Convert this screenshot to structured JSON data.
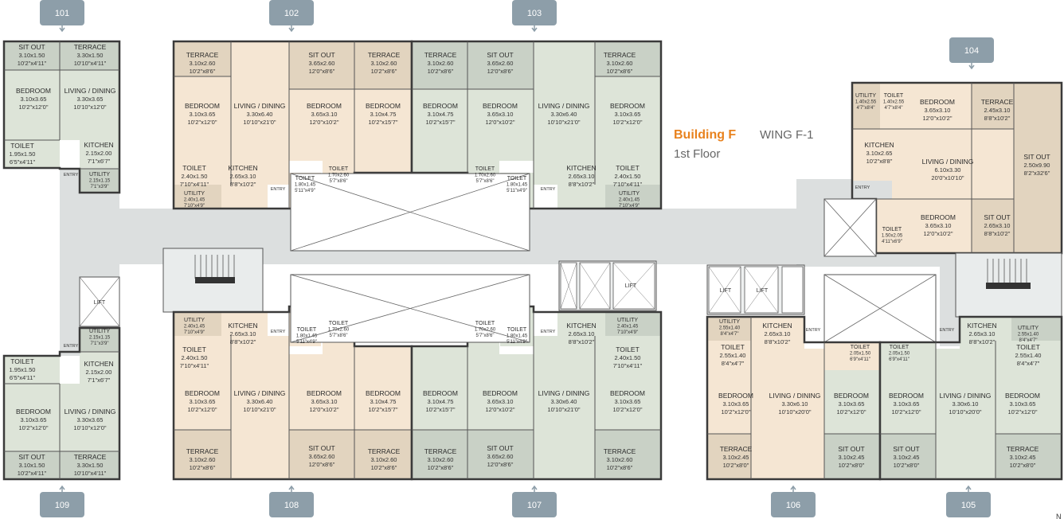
{
  "title": {
    "building": "Building F",
    "wing": "WING F-1",
    "floor": "1st Floor"
  },
  "compass": "N",
  "colors": {
    "cream": "#f5e6d3",
    "tan": "#e2d4bf",
    "sage": "#dde4d8",
    "grayGreen": "#c9d1c6",
    "corridor": "#dcdfdf",
    "badge": "#8d9ea9",
    "wall": "#3a3a3a"
  },
  "units": [
    {
      "label": "101"
    },
    {
      "label": "102"
    },
    {
      "label": "103"
    },
    {
      "label": "104"
    },
    {
      "label": "105"
    },
    {
      "label": "106"
    },
    {
      "label": "107"
    },
    {
      "label": "108"
    },
    {
      "label": "109"
    }
  ],
  "rooms": [
    {
      "name": "SIT OUT",
      "dim1": "3.10x1.50",
      "dim2": "10'2\"x4'11\""
    },
    {
      "name": "TERRACE",
      "dim1": "3.30x1.50",
      "dim2": "10'10\"x4'11\""
    },
    {
      "name": "BEDROOM",
      "dim1": "3.10x3.65",
      "dim2": "10'2\"x12'0\""
    },
    {
      "name": "LIVING / DINING",
      "dim1": "3.30x3.65",
      "dim2": "10'10\"x12'0\""
    },
    {
      "name": "TOILET",
      "dim1": "1.95x1.50",
      "dim2": "6'5\"x4'11\""
    },
    {
      "name": "KITCHEN",
      "dim1": "2.15x2.00",
      "dim2": "7'1\"x6'7\""
    },
    {
      "name": "UTILITY",
      "dim1": "2.15x1.15",
      "dim2": "7'1\"x3'9\""
    },
    {
      "name": "TERRACE",
      "dim1": "3.10x2.60",
      "dim2": "10'2\"x8'6\""
    },
    {
      "name": "BEDROOM",
      "dim1": "3.10x3.65",
      "dim2": "10'2\"x12'0\""
    },
    {
      "name": "LIVING / DINING",
      "dim1": "3.30x6.40",
      "dim2": "10'10\"x21'0\""
    },
    {
      "name": "TOILET",
      "dim1": "2.40x1.50",
      "dim2": "7'10\"x4'11\""
    },
    {
      "name": "UTILITY",
      "dim1": "2.40x1.45",
      "dim2": "7'10\"x4'9\""
    },
    {
      "name": "KITCHEN",
      "dim1": "2.65x3.10",
      "dim2": "8'8\"x10'2\""
    },
    {
      "name": "SIT OUT",
      "dim1": "3.65x2.60",
      "dim2": "12'0\"x8'6\""
    },
    {
      "name": "TERRACE",
      "dim1": "3.10x2.60",
      "dim2": "10'2\"x8'6\""
    },
    {
      "name": "BEDROOM",
      "dim1": "3.65x3.10",
      "dim2": "12'0\"x10'2\""
    },
    {
      "name": "BEDROOM",
      "dim1": "3.10x4.75",
      "dim2": "10'2\"x15'7\""
    },
    {
      "name": "TOILET",
      "dim1": "1.80x1.45",
      "dim2": "5'11\"x4'9\""
    },
    {
      "name": "TOILET",
      "dim1": "1.70x2.60",
      "dim2": "5'7\"x8'6\""
    },
    {
      "name": "TERRACE",
      "dim1": "3.10x2.60",
      "dim2": "10'2\"x8'6\""
    },
    {
      "name": "SIT OUT",
      "dim1": "3.65x2.60",
      "dim2": "12'0\"x8'6\""
    },
    {
      "name": "BEDROOM",
      "dim1": "3.10x4.75",
      "dim2": "10'2\"x15'7\""
    },
    {
      "name": "BEDROOM",
      "dim1": "3.65x3.10",
      "dim2": "12'0\"x10'2\""
    },
    {
      "name": "LIVING / DINING",
      "dim1": "3.30x6.40",
      "dim2": "10'10\"x21'0\""
    },
    {
      "name": "BEDROOM",
      "dim1": "3.10x3.65",
      "dim2": "10'2\"x12'0\""
    },
    {
      "name": "TOILET",
      "dim1": "1.70x2.60",
      "dim2": "5'7\"x8'6\""
    },
    {
      "name": "TOILET",
      "dim1": "1.80x1.45",
      "dim2": "5'11\"x4'9\""
    },
    {
      "name": "KITCHEN",
      "dim1": "2.65x3.10",
      "dim2": "8'8\"x10'2\""
    },
    {
      "name": "TOILET",
      "dim1": "2.40x1.50",
      "dim2": "7'10\"x4'11\""
    },
    {
      "name": "UTILITY",
      "dim1": "2.40x1.45",
      "dim2": "7'10\"x4'9\""
    },
    {
      "name": "TERRACE",
      "dim1": "3.10x2.60",
      "dim2": "10'2\"x8'6\""
    },
    {
      "name": "UTILITY",
      "dim1": "1.40x2.55",
      "dim2": "4'7\"x8'4\""
    },
    {
      "name": "TOILET",
      "dim1": "1.40x2.55",
      "dim2": "4'7\"x8'4\""
    },
    {
      "name": "BEDROOM",
      "dim1": "3.65x3.10",
      "dim2": "12'0\"x10'2\""
    },
    {
      "name": "TERRACE",
      "dim1": "2.45x3.10",
      "dim2": "8'8\"x10'2\""
    },
    {
      "name": "KITCHEN",
      "dim1": "3.10x2.65",
      "dim2": "10'2\"x8'8\""
    },
    {
      "name": "LIVING / DINING",
      "dim1": "6.10x3.30",
      "dim2": "20'0\"x10'10\""
    },
    {
      "name": "SIT OUT",
      "dim1": "2.50x9.90",
      "dim2": "8'2\"x32'6\""
    },
    {
      "name": "TOILET",
      "dim1": "1.50x2.05",
      "dim2": "4'11\"x6'9\""
    },
    {
      "name": "BEDROOM",
      "dim1": "3.65x3.10",
      "dim2": "12'0\"x10'2\""
    },
    {
      "name": "SIT OUT",
      "dim1": "2.65x3.10",
      "dim2": "8'8\"x10'2\""
    },
    {
      "name": "UTILITY",
      "dim1": "2.15x1.15",
      "dim2": "7'1\"x3'9\""
    },
    {
      "name": "TOILET",
      "dim1": "1.95x1.50",
      "dim2": "6'5\"x4'11\""
    },
    {
      "name": "KITCHEN",
      "dim1": "2.15x2.00",
      "dim2": "7'1\"x6'7\""
    },
    {
      "name": "BEDROOM",
      "dim1": "3.10x3.65",
      "dim2": "10'2\"x12'0\""
    },
    {
      "name": "LIVING / DINING",
      "dim1": "3.30x3.65",
      "dim2": "10'10\"x12'0\""
    },
    {
      "name": "SIT OUT",
      "dim1": "3.10x1.50",
      "dim2": "10'2\"x4'11\""
    },
    {
      "name": "TERRACE",
      "dim1": "3.30x1.50",
      "dim2": "10'10\"x4'11\""
    },
    {
      "name": "UTILITY",
      "dim1": "2.40x1.45",
      "dim2": "7'10\"x4'9\""
    },
    {
      "name": "KITCHEN",
      "dim1": "2.65x3.10",
      "dim2": "8'8\"x10'2\""
    },
    {
      "name": "TOILET",
      "dim1": "2.40x1.50",
      "dim2": "7'10\"x4'11\""
    },
    {
      "name": "TOILET",
      "dim1": "1.80x1.45",
      "dim2": "5'11\"x4'9\""
    },
    {
      "name": "TOILET",
      "dim1": "1.70x2.60",
      "dim2": "5'7\"x8'6\""
    },
    {
      "name": "BEDROOM",
      "dim1": "3.10x3.65",
      "dim2": "10'2\"x12'0\""
    },
    {
      "name": "LIVING / DINING",
      "dim1": "3.30x6.40",
      "dim2": "10'10\"x21'0\""
    },
    {
      "name": "BEDROOM",
      "dim1": "3.65x3.10",
      "dim2": "12'0\"x10'2\""
    },
    {
      "name": "BEDROOM",
      "dim1": "3.10x4.75",
      "dim2": "10'2\"x15'7\""
    },
    {
      "name": "TERRACE",
      "dim1": "3.10x2.60",
      "dim2": "10'2\"x8'6\""
    },
    {
      "name": "SIT OUT",
      "dim1": "3.65x2.60",
      "dim2": "12'0\"x8'6\""
    },
    {
      "name": "TERRACE",
      "dim1": "3.10x2.60",
      "dim2": "10'2\"x8'6\""
    },
    {
      "name": "TOILET",
      "dim1": "1.70x2.60",
      "dim2": "5'7\"x8'6\""
    },
    {
      "name": "TOILET",
      "dim1": "1.80x1.45",
      "dim2": "5'11\"x4'9\""
    },
    {
      "name": "KITCHEN",
      "dim1": "2.65x3.10",
      "dim2": "8'8\"x10'2\""
    },
    {
      "name": "UTILITY",
      "dim1": "2.40x1.45",
      "dim2": "7'10\"x4'9\""
    },
    {
      "name": "TOILET",
      "dim1": "2.40x1.50",
      "dim2": "7'10\"x4'11\""
    },
    {
      "name": "BEDROOM",
      "dim1": "3.10x4.75",
      "dim2": "10'2\"x15'7\""
    },
    {
      "name": "BEDROOM",
      "dim1": "3.65x3.10",
      "dim2": "12'0\"x10'2\""
    },
    {
      "name": "LIVING / DINING",
      "dim1": "3.30x6.40",
      "dim2": "10'10\"x21'0\""
    },
    {
      "name": "BEDROOM",
      "dim1": "3.10x3.65",
      "dim2": "10'2\"x12'0\""
    },
    {
      "name": "TERRACE",
      "dim1": "3.10x2.60",
      "dim2": "10'2\"x8'6\""
    },
    {
      "name": "SIT OUT",
      "dim1": "3.65x2.60",
      "dim2": "12'0\"x8'6\""
    },
    {
      "name": "TERRACE",
      "dim1": "3.10x2.60",
      "dim2": "10'2\"x8'6\""
    },
    {
      "name": "UTILITY",
      "dim1": "2.55x1.40",
      "dim2": "8'4\"x4'7\""
    },
    {
      "name": "KITCHEN",
      "dim1": "2.65x3.10",
      "dim2": "8'8\"x10'2\""
    },
    {
      "name": "TOILET",
      "dim1": "2.55x1.40",
      "dim2": "8'4\"x4'7\""
    },
    {
      "name": "BEDROOM",
      "dim1": "3.10x3.65",
      "dim2": "10'2\"x12'0\""
    },
    {
      "name": "LIVING / DINING",
      "dim1": "3.30x6.10",
      "dim2": "10'10\"x20'0\""
    },
    {
      "name": "TOILET",
      "dim1": "2.05x1.50",
      "dim2": "6'9\"x4'11\""
    },
    {
      "name": "BEDROOM",
      "dim1": "3.10x3.65",
      "dim2": "10'2\"x12'0\""
    },
    {
      "name": "TERRACE",
      "dim1": "3.10x2.45",
      "dim2": "10'2\"x8'0\""
    },
    {
      "name": "SIT OUT",
      "dim1": "3.10x2.45",
      "dim2": "10'2\"x8'0\""
    },
    {
      "name": "TOILET",
      "dim1": "2.05x1.50",
      "dim2": "6'9\"x4'11\""
    },
    {
      "name": "BEDROOM",
      "dim1": "3.10x3.65",
      "dim2": "10'2\"x12'0\""
    },
    {
      "name": "LIVING / DINING",
      "dim1": "3.30x6.10",
      "dim2": "10'10\"x20'0\""
    },
    {
      "name": "KITCHEN",
      "dim1": "2.65x3.10",
      "dim2": "8'8\"x10'2\""
    },
    {
      "name": "UTILITY",
      "dim1": "2.55x1.40",
      "dim2": "8'4\"x4'7\""
    },
    {
      "name": "TOILET",
      "dim1": "2.55x1.40",
      "dim2": "8'4\"x4'7\""
    },
    {
      "name": "BEDROOM",
      "dim1": "3.10x3.65",
      "dim2": "10'2\"x12'0\""
    },
    {
      "name": "SIT OUT",
      "dim1": "3.10x2.45",
      "dim2": "10'2\"x8'0\""
    },
    {
      "name": "TERRACE",
      "dim1": "3.10x2.45",
      "dim2": "10'2\"x8'0\""
    }
  ],
  "labels": {
    "entry": "ENTRY",
    "lift": "LIFT"
  }
}
